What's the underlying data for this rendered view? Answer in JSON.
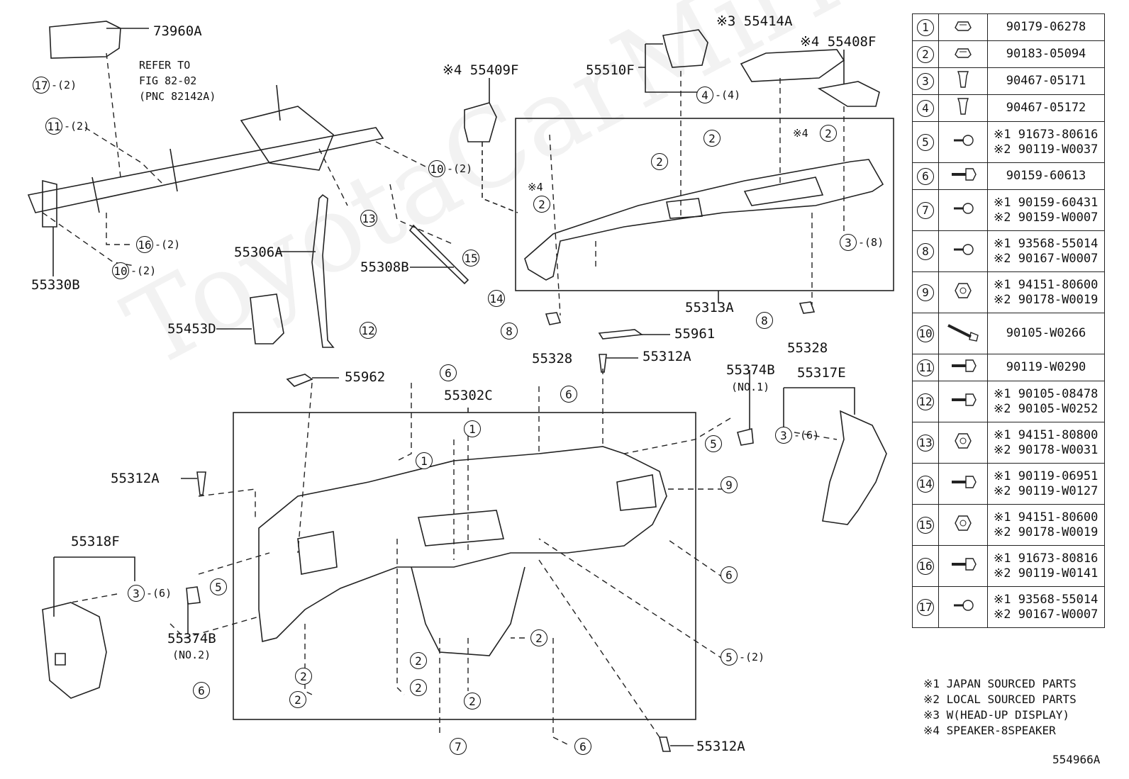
{
  "watermark": "ToyotaCarMirror",
  "part_labels": {
    "p73960A": "73960A",
    "refer_line1": "REFER TO",
    "refer_line2": "FIG 82-02",
    "refer_line3": "(PNC 82142A)",
    "p55330B": "55330B",
    "p55306A": "55306A",
    "p55308B": "55308B",
    "p55453D": "55453D",
    "p55409F": "※4 55409F",
    "p55510F": "55510F",
    "p55414A": "※3 55414A",
    "p55408F": "※4 55408F",
    "p55313A": "55313A",
    "p55328_left": "55328",
    "p55328_right": "55328",
    "p55961": "55961",
    "p55312A_top": "55312A",
    "p55374B_top": "55374B",
    "no1": "(NO.1)",
    "p55317E": "55317E",
    "p55962": "55962",
    "p55302C": "55302C",
    "p55312A_left": "55312A",
    "p55318F": "55318F",
    "p55374B_bottom": "55374B",
    "no2": "(NO.2)",
    "p55312A_bottom": "55312A",
    "mark4": "※4",
    "mark4b": "※4"
  },
  "callouts": [
    {
      "num": "17",
      "qty": "-(2)"
    },
    {
      "num": "11",
      "qty": "-(2)"
    },
    {
      "num": "10",
      "qty": "-(2)"
    },
    {
      "num": "16",
      "qty": "-(2)"
    },
    {
      "num": "10",
      "qty": "-(2)"
    },
    {
      "num": "13",
      "qty": ""
    },
    {
      "num": "15",
      "qty": ""
    },
    {
      "num": "14",
      "qty": ""
    },
    {
      "num": "12",
      "qty": ""
    },
    {
      "num": "4",
      "qty": "-(4)"
    },
    {
      "num": "2",
      "qty": ""
    },
    {
      "num": "2",
      "qty": ""
    },
    {
      "num": "2",
      "qty": ""
    },
    {
      "num": "2",
      "qty": ""
    },
    {
      "num": "3",
      "qty": "-(8)"
    },
    {
      "num": "8",
      "qty": ""
    },
    {
      "num": "8",
      "qty": ""
    },
    {
      "num": "6",
      "qty": ""
    },
    {
      "num": "6",
      "qty": ""
    },
    {
      "num": "1",
      "qty": ""
    },
    {
      "num": "1",
      "qty": ""
    },
    {
      "num": "5",
      "qty": ""
    },
    {
      "num": "3",
      "qty": "-(6)"
    },
    {
      "num": "9",
      "qty": ""
    },
    {
      "num": "6",
      "qty": ""
    },
    {
      "num": "3",
      "qty": "-(6)"
    },
    {
      "num": "5",
      "qty": ""
    },
    {
      "num": "2",
      "qty": ""
    },
    {
      "num": "2",
      "qty": ""
    },
    {
      "num": "2",
      "qty": ""
    },
    {
      "num": "2",
      "qty": ""
    },
    {
      "num": "2",
      "qty": ""
    },
    {
      "num": "2",
      "qty": ""
    },
    {
      "num": "5",
      "qty": "-(2)"
    },
    {
      "num": "6",
      "qty": ""
    },
    {
      "num": "7",
      "qty": ""
    },
    {
      "num": "6",
      "qty": ""
    }
  ],
  "legend": [
    {
      "num": "1",
      "icon": "clip-nut-icon",
      "parts": [
        "90179-06278"
      ]
    },
    {
      "num": "2",
      "icon": "clip-nut-icon",
      "parts": [
        "90183-05094"
      ]
    },
    {
      "num": "3",
      "icon": "push-clip-icon",
      "parts": [
        "90467-05171"
      ]
    },
    {
      "num": "4",
      "icon": "push-clip-icon",
      "parts": [
        "90467-05172"
      ]
    },
    {
      "num": "5",
      "icon": "screw-icon",
      "parts": [
        "※1 91673-80616",
        "※2 90119-W0037"
      ]
    },
    {
      "num": "6",
      "icon": "bolt-icon",
      "parts": [
        "90159-60613"
      ]
    },
    {
      "num": "7",
      "icon": "screw-icon",
      "parts": [
        "※1 90159-60431",
        "※2 90159-W0007"
      ]
    },
    {
      "num": "8",
      "icon": "screw-icon",
      "parts": [
        "※1 93568-55014",
        "※2 90167-W0007"
      ]
    },
    {
      "num": "9",
      "icon": "nut-icon",
      "parts": [
        "※1 94151-80600",
        "※2 90178-W0019"
      ]
    },
    {
      "num": "10",
      "icon": "long-bolt-icon",
      "parts": [
        "90105-W0266"
      ]
    },
    {
      "num": "11",
      "icon": "bolt-icon",
      "parts": [
        "90119-W0290"
      ]
    },
    {
      "num": "12",
      "icon": "bolt-icon",
      "parts": [
        "※1 90105-08478",
        "※2 90105-W0252"
      ]
    },
    {
      "num": "13",
      "icon": "nut-icon",
      "parts": [
        "※1 94151-80800",
        "※2 90178-W0031"
      ]
    },
    {
      "num": "14",
      "icon": "bolt-icon",
      "parts": [
        "※1 90119-06951",
        "※2 90119-W0127"
      ]
    },
    {
      "num": "15",
      "icon": "nut-icon",
      "parts": [
        "※1 94151-80600",
        "※2 90178-W0019"
      ]
    },
    {
      "num": "16",
      "icon": "bolt-icon",
      "parts": [
        "※1 91673-80816",
        "※2 90119-W0141"
      ]
    },
    {
      "num": "17",
      "icon": "screw-icon",
      "parts": [
        "※1 93568-55014",
        "※2 90167-W0007"
      ]
    }
  ],
  "notes": [
    "※1 JAPAN SOURCED PARTS",
    "※2 LOCAL SOURCED PARTS",
    "※3 W(HEAD-UP DISPLAY)",
    "※4 SPEAKER-8SPEAKER"
  ],
  "figure_code": "554966A"
}
